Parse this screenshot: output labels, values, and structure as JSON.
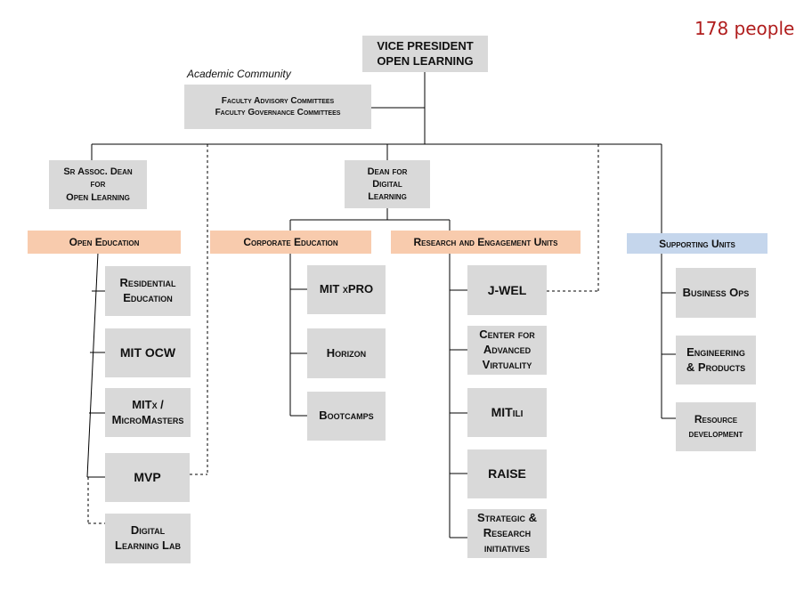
{
  "people_count": "178 people",
  "vp": {
    "line1": "VICE PRESIDENT",
    "line2": "OPEN LEARNING"
  },
  "academic_community": {
    "label": "Academic Community",
    "line1": "Faculty Advisory Committees",
    "line2": "Faculty Governance Committees"
  },
  "sr_assoc_dean": {
    "line1": "Sr Assoc. Dean",
    "line2": "for",
    "line3": "Open Learning"
  },
  "dean_digital": {
    "line1": "Dean for",
    "line2": "Digital",
    "line3": "Learning"
  },
  "groups": {
    "open_education": "Open Education",
    "corporate_education": "Corporate Education",
    "research_engagement": "Research and Engagement Units",
    "supporting_units": "Supporting Units"
  },
  "open_education_units": {
    "residential": {
      "line1": "Residential",
      "line2": "Education"
    },
    "ocw": "MIT OCW",
    "mitx": {
      "line1": "MITx /",
      "line2": "MicroMasters"
    },
    "mvp": "MVP",
    "dll": {
      "line1": "Digital",
      "line2": "Learning Lab"
    }
  },
  "corporate_units": {
    "xpro": "MIT xPRO",
    "horizon": "Horizon",
    "bootcamps": "Bootcamps"
  },
  "research_units": {
    "jwel": "J-WEL",
    "cav": {
      "line1": "Center for",
      "line2": "Advanced",
      "line3": "Virtuality"
    },
    "mitili": "MITili",
    "raise": "RAISE",
    "strategic": {
      "line1": "Strategic &",
      "line2": "Research",
      "line3": "initiatives"
    }
  },
  "supporting": {
    "business_ops": "Business Ops",
    "engineering": {
      "line1": "Engineering",
      "line2": "& Products"
    },
    "resource": {
      "line1": "Resource",
      "line2": "development"
    }
  }
}
